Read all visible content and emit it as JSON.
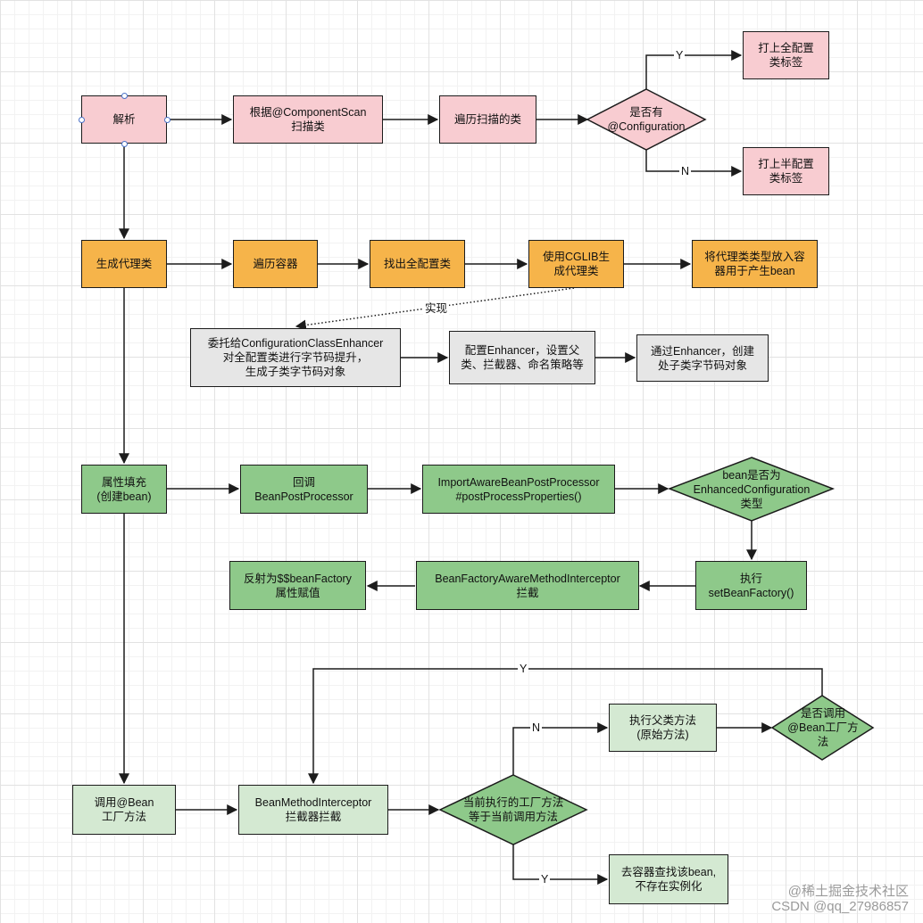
{
  "nodes": {
    "parse": "解析",
    "scan": "根据@ComponentScan\n扫描类",
    "traverse_classes": "遍历扫描的类",
    "has_configuration": "是否有\n@Configuration",
    "full_config": "打上全配置\n类标签",
    "half_config": "打上半配置\n类标签",
    "gen_proxy": "生成代理类",
    "traverse_container": "遍历容器",
    "find_full": "找出全配置类",
    "cglib": "使用CGLIB生\n成代理类",
    "put_proxy": "将代理类类型放入容\n器用于产生bean",
    "delegate": "委托给ConfigurationClassEnhancer\n对全配置类进行字节码提升，\n生成子类字节码对象",
    "config_enhancer": "配置Enhancer，设置父\n类、拦截器、命名策略等",
    "create_subclass": "通过Enhancer，创建\n处子类字节码对象",
    "populate": "属性填充\n(创建bean)",
    "callback": "回调\nBeanPostProcessor",
    "import_aware": "ImportAwareBeanPostProcessor\n#postProcessProperties()",
    "is_enhanced": "bean是否为\nEnhancedConfiguration\n类型",
    "set_bean_factory": "执行\nsetBeanFactory()",
    "bf_interceptor": "BeanFactoryAwareMethodInterceptor\n拦截",
    "reflect": "反射为$$beanFactory\n属性赋值",
    "invoke_bean": "调用@Bean\n工厂方法",
    "bm_interceptor": "BeanMethodInterceptor\n拦截器拦截",
    "is_current": "当前执行的工厂方法\n等于当前调用方法",
    "call_parent": "执行父类方法\n(原始方法)",
    "is_bean_call": "是否调用\n@Bean工厂方\n法",
    "find_bean": "去容器查找该bean,\n不存在实例化"
  },
  "edge_labels": {
    "y1": "Y",
    "n1": "N",
    "impl": "实现",
    "y2": "Y",
    "n2": "N",
    "y3": "Y"
  },
  "watermark": {
    "line1": "@稀土掘金技术社区",
    "line2": "CSDN @qq_27986857"
  },
  "colors": {
    "pink": "#f8ccd1",
    "orange": "#f6b44a",
    "gray": "#e6e6e6",
    "green": "#8ec98a",
    "light_green": "#d4e9d2"
  }
}
